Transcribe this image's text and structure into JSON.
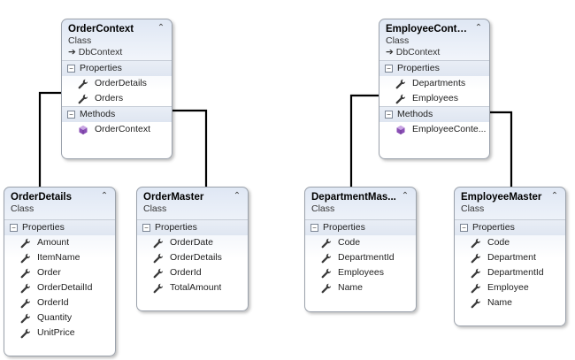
{
  "classes": {
    "order_context": {
      "name": "OrderContext",
      "type": "Class",
      "base": "DbContext",
      "properties_label": "Properties",
      "properties": [
        "OrderDetails",
        "Orders"
      ],
      "methods_label": "Methods",
      "methods": [
        "OrderContext"
      ]
    },
    "employee_context": {
      "name": "EmployeeContext",
      "type": "Class",
      "base": "DbContext",
      "properties_label": "Properties",
      "properties": [
        "Departments",
        "Employees"
      ],
      "methods_label": "Methods",
      "methods": [
        "EmployeeConte..."
      ]
    },
    "order_details": {
      "name": "OrderDetails",
      "type": "Class",
      "properties_label": "Properties",
      "properties": [
        "Amount",
        "ItemName",
        "Order",
        "OrderDetailId",
        "OrderId",
        "Quantity",
        "UnitPrice"
      ]
    },
    "order_master": {
      "name": "OrderMaster",
      "type": "Class",
      "properties_label": "Properties",
      "properties": [
        "OrderDate",
        "OrderDetails",
        "OrderId",
        "TotalAmount"
      ]
    },
    "department_master": {
      "name": "DepartmentMas...",
      "type": "Class",
      "properties_label": "Properties",
      "properties": [
        "Code",
        "DepartmentId",
        "Employees",
        "Name"
      ]
    },
    "employee_master": {
      "name": "EmployeeMaster",
      "type": "Class",
      "properties_label": "Properties",
      "properties": [
        "Code",
        "Department",
        "DepartmentId",
        "Employee",
        "Name"
      ]
    }
  },
  "icons": {
    "property": "wrench-icon",
    "method": "cube-icon",
    "inherit": "inheritance-arrow-icon",
    "collapse": "chevron-up-icon"
  },
  "colors": {
    "connector": "#000000",
    "method_icon": "#8a4fb5",
    "border": "#9aa1ab"
  }
}
